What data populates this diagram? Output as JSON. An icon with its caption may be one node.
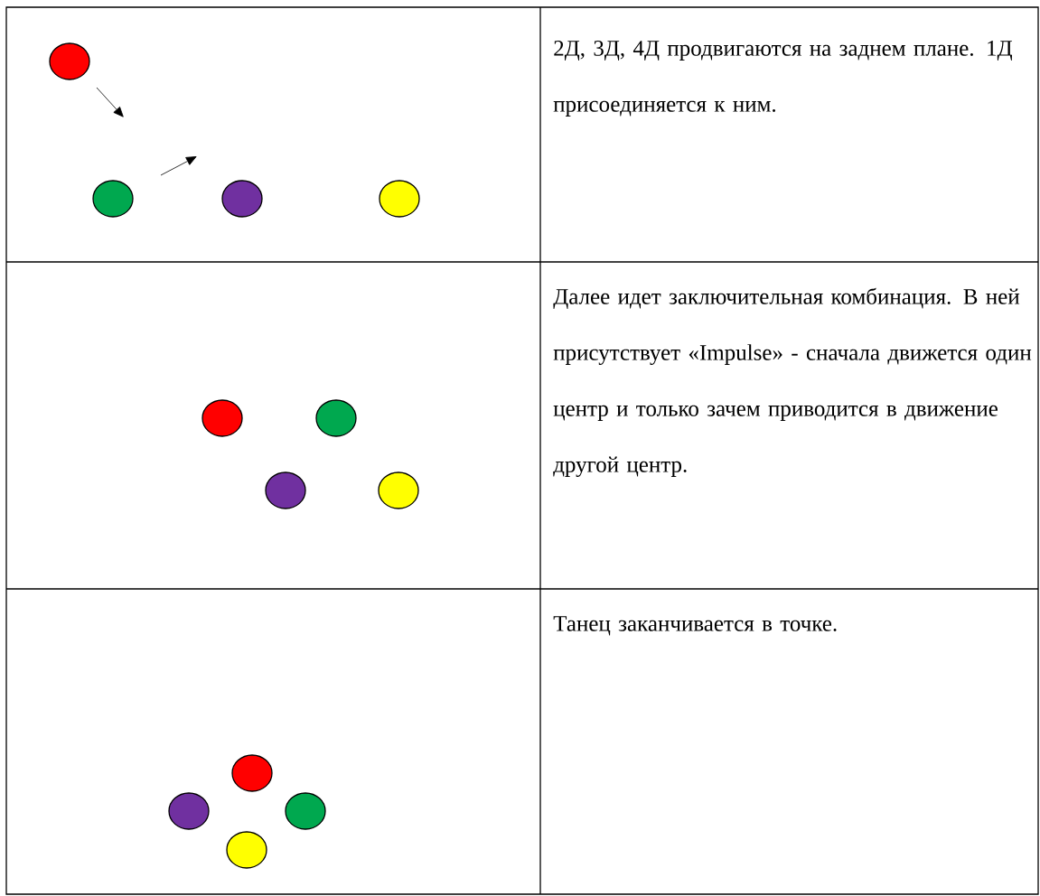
{
  "diagram": {
    "nodes": [
      {
        "text": [],
        "shape": "circle"
      },
      {
        "text": [],
        "shape": "circle"
      },
      {
        "text": [],
        "shape": "circle"
      },
      {
        "text": [],
        "shape": "circle"
      },
      {
        "text": [],
        "shape": "circle"
      },
      {
        "text": [],
        "shape": "circle"
      },
      {
        "text": [],
        "shape": "circle"
      },
      {
        "text": [],
        "shape": "circle"
      },
      {
        "text": [],
        "shape": "circle"
      },
      {
        "text": [],
        "shape": "circle"
      },
      {
        "text": [],
        "shape": "circle"
      },
      {
        "text": [],
        "shape": "circle"
      }
    ],
    "labels": [
      "2Д, 3Д, 4Д продвигаются на заднем плане. 1Д присоединяется к ним.",
      "Далее идет заключительная комбинация. В ней присутствует «Impulse» - сначала движется один центр и только зачем приводится в движение другой центр.",
      "Танец заканчивается в точке."
    ]
  }
}
